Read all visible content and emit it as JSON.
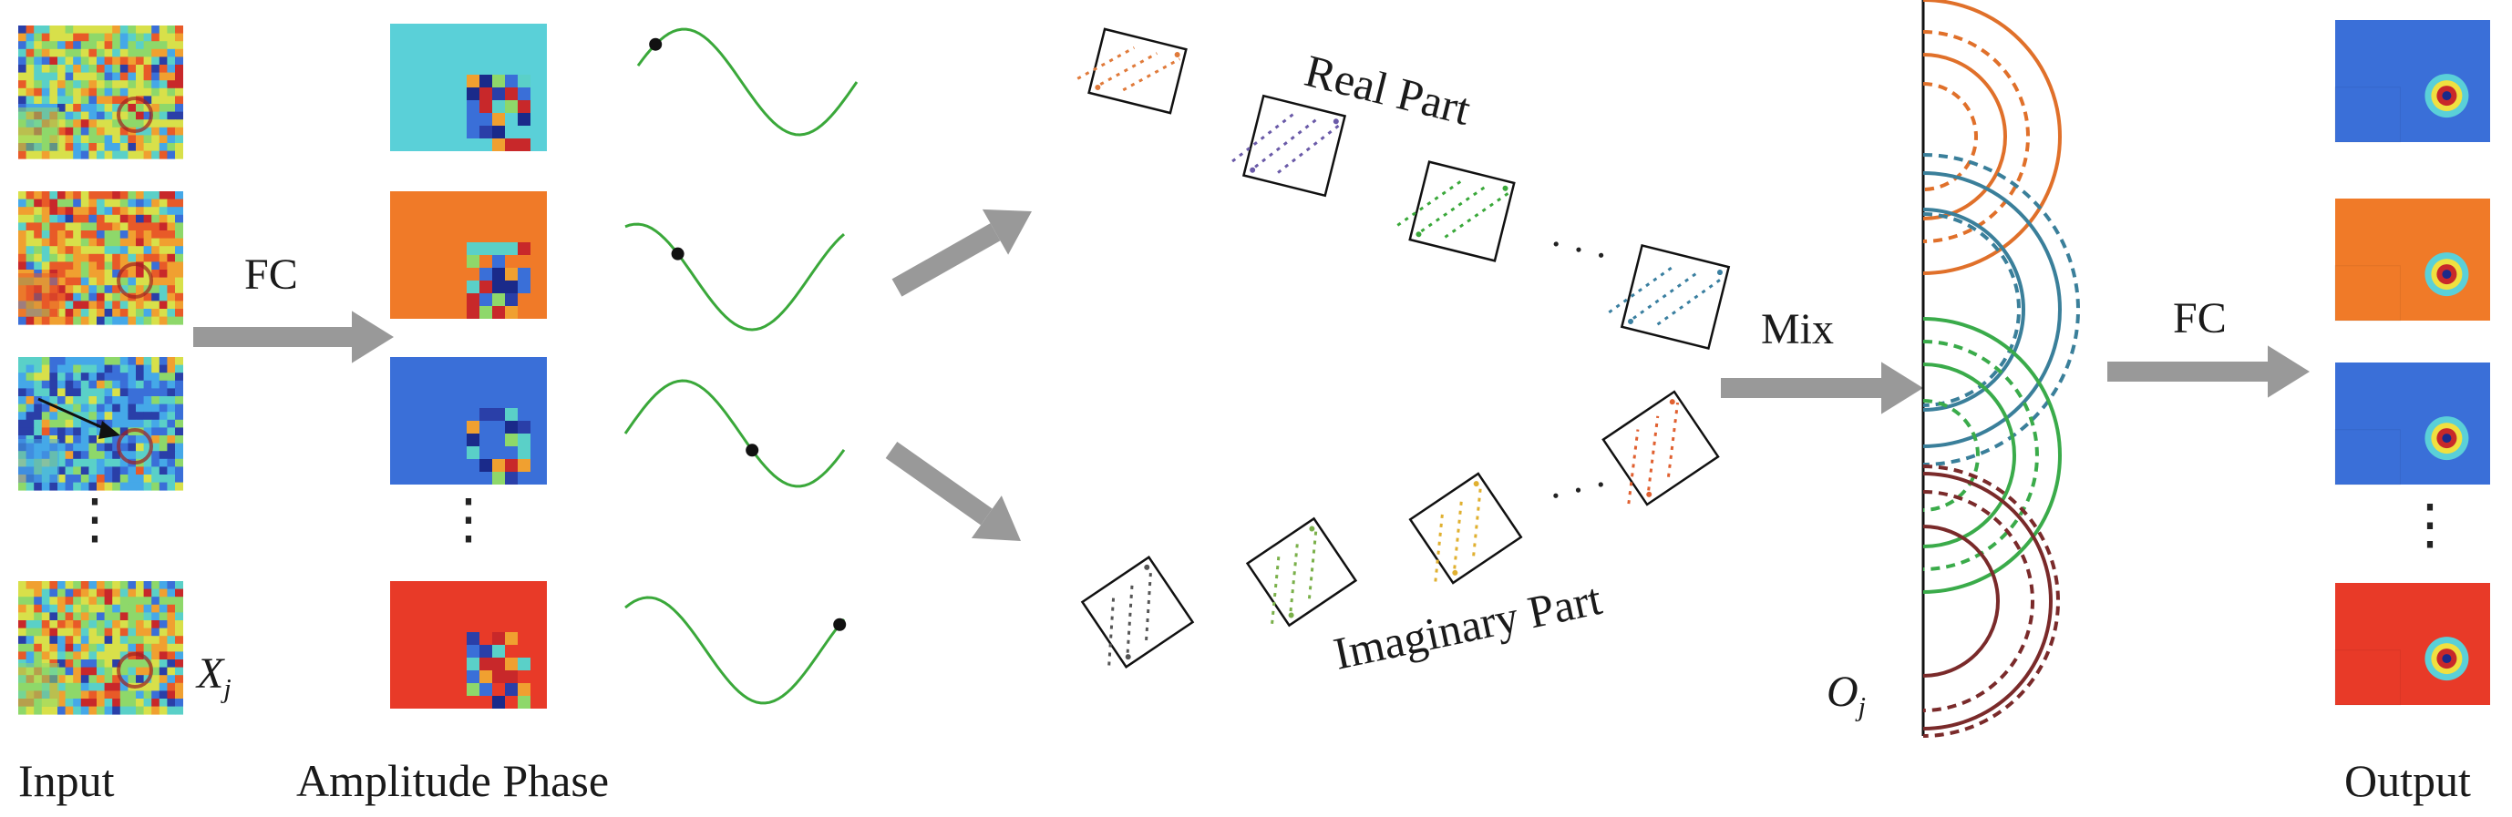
{
  "labels": {
    "input": "Input",
    "amplitude_phase": "Amplitude Phase",
    "output": "Output",
    "fc_left": "FC",
    "fc_right": "FC",
    "mix": "Mix",
    "real_part": "Real Part",
    "imaginary_part": "Imaginary Part",
    "x_var": "X",
    "x_sub": "j",
    "o_var": "O",
    "o_sub": "j",
    "ellipsis_vertical": "⋮",
    "ellipsis_horizontal": "· · ·"
  },
  "colors": {
    "arrow": "#999999",
    "wave": "#3aa83a",
    "real_cards": [
      "#e07a3a",
      "#6a5aa8",
      "#3aa83a",
      "#3a7fa0"
    ],
    "imag_cards": [
      "#555555",
      "#7ab04a",
      "#e0b030",
      "#e06030"
    ],
    "arc_pairs": [
      "#e0702a",
      "#3a7f9a",
      "#3aab4a",
      "#7a2a2a"
    ]
  }
}
